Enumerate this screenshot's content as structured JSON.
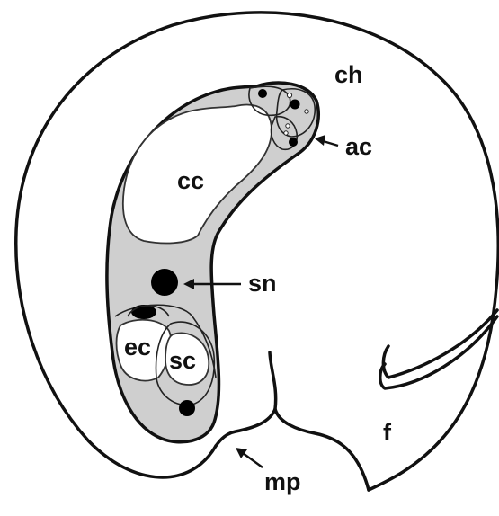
{
  "labels": {
    "ch": "ch",
    "ac": "ac",
    "cc": "cc",
    "sn": "sn",
    "ec": "ec",
    "sc": "sc",
    "f": "f",
    "mp": "mp"
  },
  "colors": {
    "line": "#111111",
    "fill_gray": "#cfcfcf",
    "cavity_white": "#ffffff",
    "nucleus_black": "#000000"
  }
}
